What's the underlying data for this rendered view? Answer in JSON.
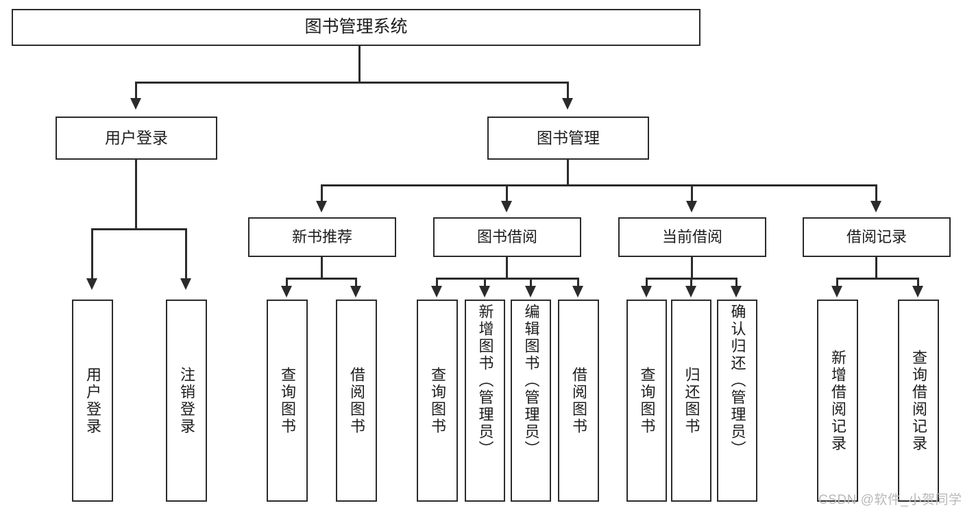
{
  "diagram": {
    "title": "图书管理系统",
    "type": "functional-decomposition-tree",
    "levels": 4
  },
  "root": {
    "label": "图书管理系统"
  },
  "level1": [
    {
      "label": "用户登录"
    },
    {
      "label": "图书管理"
    }
  ],
  "level2": [
    {
      "label": "新书推荐"
    },
    {
      "label": "图书借阅"
    },
    {
      "label": "当前借阅"
    },
    {
      "label": "借阅记录"
    }
  ],
  "leaves": {
    "user_login": [
      {
        "label": "用户登录"
      },
      {
        "label": "注销登录"
      }
    ],
    "new_book_recommend": [
      {
        "label": "查询图书"
      },
      {
        "label": "借阅图书"
      }
    ],
    "book_borrow": [
      {
        "label": "查询图书"
      },
      {
        "label": "新增图书（管理员）"
      },
      {
        "label": "编辑图书（管理员）"
      },
      {
        "label": "借阅图书"
      }
    ],
    "current_borrow": [
      {
        "label": "查询图书"
      },
      {
        "label": "归还图书"
      },
      {
        "label": "确认归还（管理员）"
      }
    ],
    "borrow_record": [
      {
        "label": "新增借阅记录"
      },
      {
        "label": "查询借阅记录"
      }
    ]
  },
  "watermark": {
    "text": "CSDN @软件_小贺同学"
  },
  "colors": {
    "stroke": "#2b2b2b",
    "fill": "#ffffff",
    "text": "#1d1d1d",
    "watermark": "#b9b9b9"
  }
}
